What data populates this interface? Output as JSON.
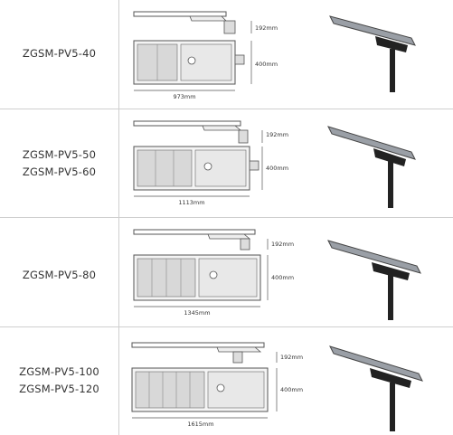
{
  "rows": [
    {
      "models": [
        "ZGSM-PV5-40"
      ],
      "height_dim": "192mm",
      "width_dim": "400mm",
      "length_dim": "973mm"
    },
    {
      "models": [
        "ZGSM-PV5-50",
        "ZGSM-PV5-60"
      ],
      "height_dim": "192mm",
      "width_dim": "400mm",
      "length_dim": "1113mm"
    },
    {
      "models": [
        "ZGSM-PV5-80"
      ],
      "height_dim": "192mm",
      "width_dim": "400mm",
      "length_dim": "1345mm"
    },
    {
      "models": [
        "ZGSM-PV5-100",
        "ZGSM-PV5-120"
      ],
      "height_dim": "192mm",
      "width_dim": "400mm",
      "length_dim": "1615mm"
    }
  ]
}
